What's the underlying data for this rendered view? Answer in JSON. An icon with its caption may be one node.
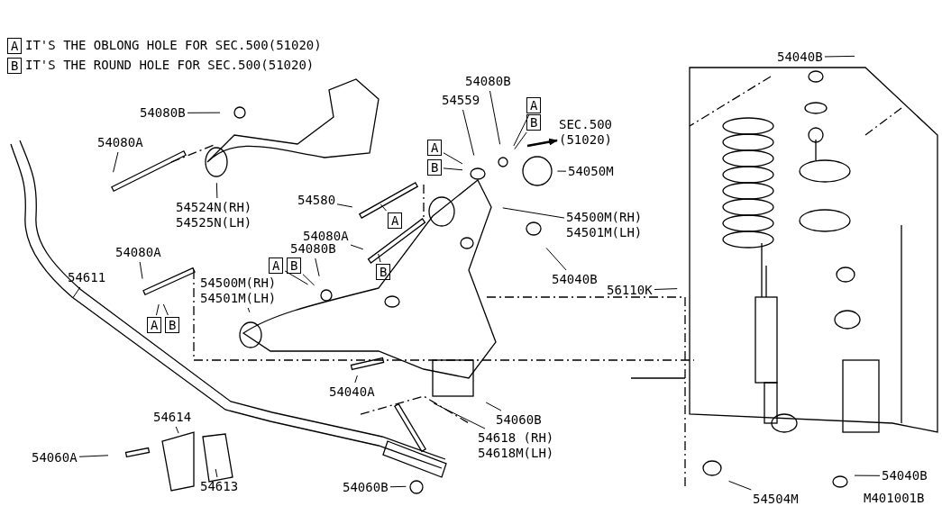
{
  "diagram": {
    "nodes": [
      {
        "text": [
          "54080B"
        ]
      },
      {
        "text": [
          "54080A"
        ]
      },
      {
        "text": [
          "54524N(RH) 54525N(LH)"
        ]
      },
      {
        "text": [
          "54580"
        ]
      },
      {
        "text": [
          "A"
        ]
      },
      {
        "text": [
          "54080A"
        ]
      },
      {
        "text": [
          "B"
        ]
      },
      {
        "text": [
          "A"
        ]
      },
      {
        "text": [
          "B"
        ]
      },
      {
        "text": [
          "54080B"
        ]
      },
      {
        "text": [
          "54500M(RH) 54501M(LH)"
        ]
      },
      {
        "text": [
          "54611"
        ]
      },
      {
        "text": [
          "54080A"
        ]
      },
      {
        "text": [
          "A"
        ]
      },
      {
        "text": [
          "B"
        ]
      },
      {
        "text": [
          "54559"
        ]
      },
      {
        "text": [
          "54080B"
        ]
      },
      {
        "text": [
          "A"
        ]
      },
      {
        "text": [
          "B"
        ]
      },
      {
        "text": [
          "A"
        ]
      },
      {
        "text": [
          "B"
        ]
      },
      {
        "text": [
          "SEC.500 (51020)"
        ]
      },
      {
        "text": [
          "54050M"
        ]
      },
      {
        "text": [
          "54500M(RH) 54501M(LH)"
        ]
      },
      {
        "text": [
          "54040B"
        ]
      },
      {
        "text": [
          "54040B"
        ]
      },
      {
        "text": [
          "56110K"
        ]
      },
      {
        "text": [
          "54040A"
        ]
      },
      {
        "text": [
          "54060B"
        ]
      },
      {
        "text": [
          "54618 (RH) 54618M(LH)"
        ]
      },
      {
        "text": [
          "54614"
        ]
      },
      {
        "text": [
          "54060A"
        ]
      },
      {
        "text": [
          "54613"
        ]
      },
      {
        "text": [
          "54060B"
        ]
      },
      {
        "text": [
          "54504M"
        ]
      },
      {
        "text": [
          "54040B"
        ]
      },
      {
        "text": [
          "A"
        ]
      },
      {
        "text": [
          "B"
        ]
      }
    ],
    "edges": [
      {
        "from": 0,
        "to": null,
        "arrow": "none"
      },
      {
        "from": 1,
        "to": null,
        "arrow": "none"
      },
      {
        "from": 2,
        "to": null,
        "arrow": "none"
      },
      {
        "from": 3,
        "to": null,
        "arrow": "none"
      },
      {
        "from": 4,
        "to": null,
        "arrow": "none"
      },
      {
        "from": 5,
        "to": null,
        "arrow": "none"
      },
      {
        "from": 6,
        "to": null,
        "arrow": "none"
      },
      {
        "from": 7,
        "to": null,
        "arrow": "none"
      },
      {
        "from": 8,
        "to": null,
        "arrow": "none"
      },
      {
        "from": 9,
        "to": null,
        "arrow": "none"
      },
      {
        "from": 10,
        "to": null,
        "arrow": "none"
      },
      {
        "from": 11,
        "to": null,
        "arrow": "none"
      },
      {
        "from": 12,
        "to": null,
        "arrow": "none"
      },
      {
        "from": 13,
        "to": null,
        "arrow": "none"
      },
      {
        "from": 14,
        "to": null,
        "arrow": "none"
      },
      {
        "from": 15,
        "to": null,
        "arrow": "none"
      },
      {
        "from": 16,
        "to": null,
        "arrow": "none"
      },
      {
        "from": 17,
        "to": null,
        "arrow": "none"
      },
      {
        "from": 18,
        "to": null,
        "arrow": "none"
      },
      {
        "from": 19,
        "to": null,
        "arrow": "none"
      },
      {
        "from": 20,
        "to": null,
        "arrow": "none"
      },
      {
        "from": null,
        "to": 21,
        "arrow": "to"
      },
      {
        "from": 22,
        "to": null,
        "arrow": "none"
      },
      {
        "from": 23,
        "to": null,
        "arrow": "none"
      },
      {
        "from": 24,
        "to": null,
        "arrow": "none"
      },
      {
        "from": 25,
        "to": null,
        "arrow": "none"
      },
      {
        "from": 26,
        "to": null,
        "arrow": "none"
      },
      {
        "from": 27,
        "to": null,
        "arrow": "none"
      },
      {
        "from": 28,
        "to": null,
        "arrow": "none"
      },
      {
        "from": 29,
        "to": null,
        "arrow": "none"
      },
      {
        "from": 30,
        "to": null,
        "arrow": "none"
      },
      {
        "from": 31,
        "to": null,
        "arrow": "none"
      },
      {
        "from": 32,
        "to": null,
        "arrow": "none"
      },
      {
        "from": 33,
        "to": null,
        "arrow": "none"
      },
      {
        "from": 34,
        "to": null,
        "arrow": "none"
      },
      {
        "from": 35,
        "to": null,
        "arrow": "none"
      }
    ],
    "labels": [
      "IT'S THE OBLONG HOLE FOR SEC.500(51020)",
      "IT'S THE ROUND HOLE FOR SEC.500(51020)",
      "M401001B"
    ]
  }
}
